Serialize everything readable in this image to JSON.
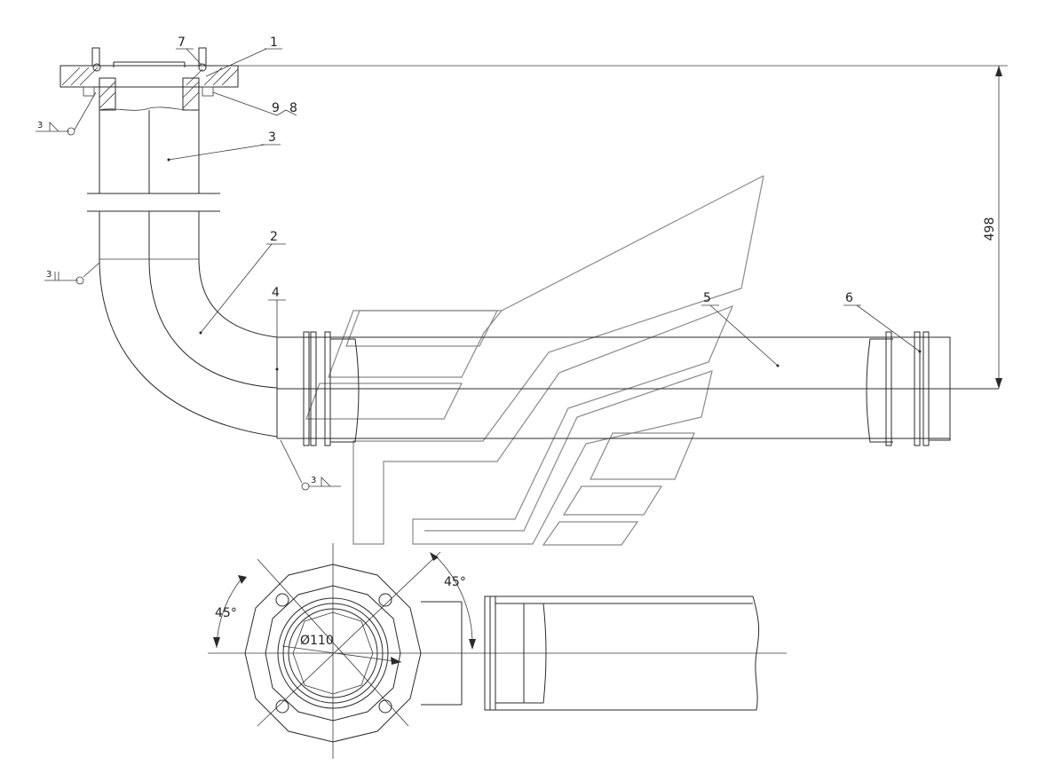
{
  "callouts": {
    "c1": "1",
    "c2": "2",
    "c3": "3",
    "c4": "4",
    "c5": "5",
    "c6": "6",
    "c7": "7",
    "c8": "8",
    "c9": "9"
  },
  "dimensions": {
    "height": "498",
    "diameter": "Ø110",
    "angle_left": "45°",
    "angle_right": "45°"
  },
  "weld_symbols": {
    "top": "3",
    "middle": "3",
    "bottom": "3"
  },
  "colors": {
    "line": "#2a2a2a",
    "watermark": "#8a8a8a"
  },
  "watermark": "logo-outline"
}
